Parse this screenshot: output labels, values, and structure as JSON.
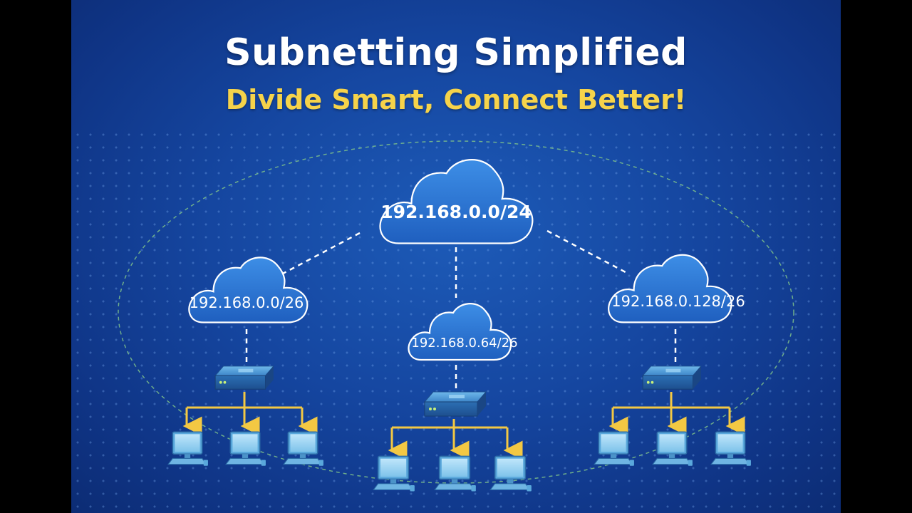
{
  "header": {
    "title": "Subnetting Simplified",
    "subtitle": "Divide Smart, Connect Better!"
  },
  "network": {
    "parent": "192.168.0.0/24",
    "subnets": [
      {
        "label": "192.168.0.0/26",
        "computers": 3
      },
      {
        "label": "192.168.0.64/26",
        "computers": 3
      },
      {
        "label": "192.168.0.128/26",
        "computers": 3
      }
    ]
  },
  "colors": {
    "background": "#1546a0",
    "cloud_fill": "#2b78d6",
    "cloud_outline": "#ffffff",
    "title": "#ffffff",
    "subtitle": "#f6d34a",
    "arrow": "#f3c843",
    "connector": "#ffffff",
    "boundary": "#7fc28a",
    "device": "#7ec3ea"
  },
  "icons": [
    "cloud-icon",
    "switch-icon",
    "computer-icon",
    "arrow-icon"
  ]
}
